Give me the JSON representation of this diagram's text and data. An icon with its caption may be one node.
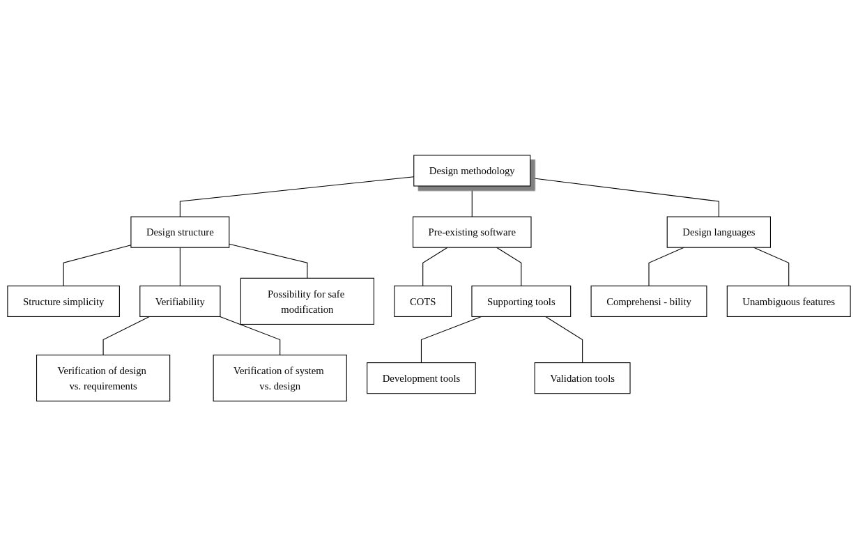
{
  "diagram": {
    "nodes": [
      {
        "text": [
          "Design methodology"
        ]
      },
      {
        "text": [
          "Design structure"
        ]
      },
      {
        "text": [
          "Design languages"
        ]
      },
      {
        "text": [
          "Pre-existing software"
        ]
      },
      {
        "text": [
          "Structure simplicity"
        ]
      },
      {
        "text": [
          "Verifiability"
        ]
      },
      {
        "text": [
          "Possibility for safe modification"
        ]
      },
      {
        "text": [
          "COTS"
        ]
      },
      {
        "text": [
          "Supporting tools"
        ]
      },
      {
        "text": [
          "Development tools"
        ]
      },
      {
        "text": [
          "Validation tools"
        ]
      },
      {
        "text": [
          "Verification of design vs. requirements"
        ]
      },
      {
        "text": [
          "Verification of system vs. design"
        ]
      },
      {
        "text": [
          "Comprehensi - bility"
        ]
      },
      {
        "text": [
          "Unambiguous features"
        ]
      }
    ],
    "edges": [
      {
        "from": 0,
        "to": 1,
        "arrow": "none"
      },
      {
        "from": 0,
        "to": 2,
        "arrow": "none"
      },
      {
        "from": 0,
        "to": 3,
        "arrow": "none"
      },
      {
        "from": 1,
        "to": 4,
        "arrow": "none"
      },
      {
        "from": 1,
        "to": 5,
        "arrow": "none"
      },
      {
        "from": 1,
        "to": 6,
        "arrow": "none"
      },
      {
        "from": 3,
        "to": 7,
        "arrow": "none"
      },
      {
        "from": 3,
        "to": 8,
        "arrow": "none"
      },
      {
        "from": 8,
        "to": 9,
        "arrow": "none"
      },
      {
        "from": 8,
        "to": 10,
        "arrow": "none"
      },
      {
        "from": 5,
        "to": 11,
        "arrow": "none"
      },
      {
        "from": 5,
        "to": 12,
        "arrow": "none"
      },
      {
        "from": 2,
        "to": 13,
        "arrow": "none"
      },
      {
        "from": 2,
        "to": 14,
        "arrow": "none"
      }
    ]
  }
}
